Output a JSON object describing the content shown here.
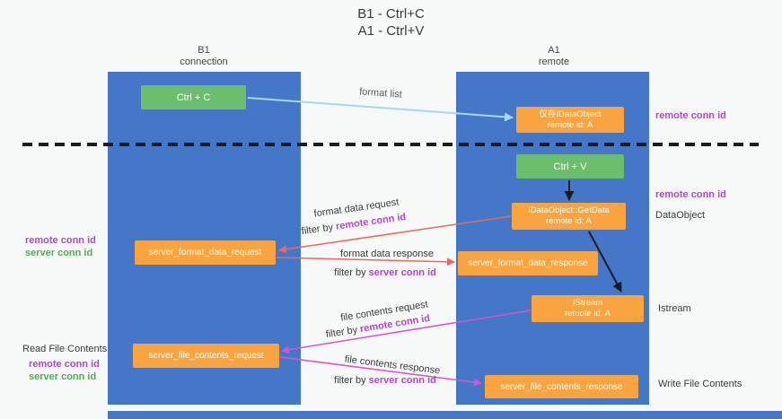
{
  "title": {
    "line1": "B1 - Ctrl+C",
    "line2": "A1 - Ctrl+V"
  },
  "lanes": {
    "b1": {
      "title": "B1",
      "subtitle": "connection"
    },
    "a1": {
      "title": "A1",
      "subtitle": "remote"
    }
  },
  "nodes": {
    "ctrl_c": "Ctrl + C",
    "stored_line1": "仅存IDataObject",
    "stored_line2": "remote id: A",
    "ctrl_v": "Ctrl + V",
    "getdata_line1": "IDataObject::GetData",
    "getdata_line2": "remote id: A",
    "format_request": "server_format_data_request",
    "format_response": "server_format_data_response",
    "istream_line1": "IStream",
    "istream_line2": "remote id: A",
    "file_request": "server_file_contents_request",
    "file_response": "server_file_contents_response"
  },
  "arrow_labels": {
    "format_list": "format list",
    "format_data_request": "format data request",
    "format_data_response": "format data response",
    "file_contents_request": "file contents request",
    "file_contents_response": "file contents response",
    "filter_by": "filter by",
    "remote_conn_id": "remote conn id",
    "server_conn_id": "server conn id"
  },
  "side_labels": {
    "remote_conn_id": "remote conn id",
    "server_conn_id": "server conn id",
    "dataobject": "DataObject",
    "istream": "Istream",
    "read_file_contents": "Read File Contents",
    "write_file_contents": "Write File Contents"
  },
  "colors": {
    "lane_blue": "#4577c8",
    "node_green": "#6cbe6c",
    "node_orange": "#f9a43e",
    "arrow_lightblue": "#a6d9f0",
    "arrow_black": "#1c1c1c",
    "arrow_red": "#e8695f",
    "arrow_magenta": "#d355d3",
    "text_purple": "#b245cf",
    "text_green": "#4caf50"
  }
}
